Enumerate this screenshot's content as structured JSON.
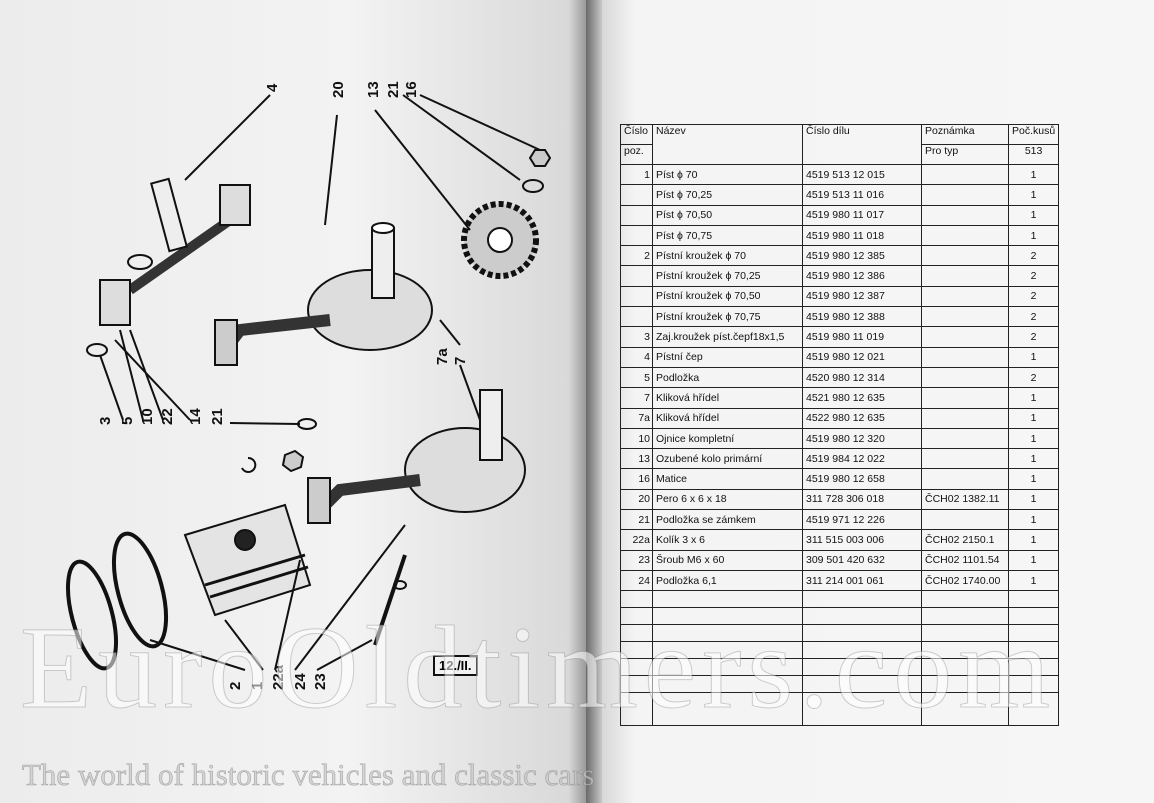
{
  "figure": {
    "ref": "12./II.",
    "callouts_top": [
      "4",
      "20",
      "13",
      "21",
      "16"
    ],
    "callouts_left": [
      "3",
      "5",
      "10",
      "22",
      "14",
      "21"
    ],
    "callouts_mid": [
      "7a",
      "7"
    ],
    "callouts_bottom": [
      "2",
      "1",
      "22a",
      "24",
      "23"
    ]
  },
  "table": {
    "headers": {
      "poz_1": "Číslo",
      "poz_2": "poz.",
      "name": "Název",
      "part": "Číslo dílu",
      "note": "Poznámka",
      "note_sub": "Pro typ",
      "qty": "Poč.kusů",
      "qty_sub": "513"
    },
    "rows": [
      {
        "poz": "1",
        "name": "Píst ϕ 70",
        "part": "4519 513 12 015",
        "note": "",
        "qty": "1"
      },
      {
        "poz": "",
        "name": "Píst ϕ 70,25",
        "part": "4519 513 11 016",
        "note": "",
        "qty": "1"
      },
      {
        "poz": "",
        "name": "Píst ϕ 70,50",
        "part": "4519 980 11 017",
        "note": "",
        "qty": "1"
      },
      {
        "poz": "",
        "name": "Píst ϕ 70,75",
        "part": "4519 980 11 018",
        "note": "",
        "qty": "1"
      },
      {
        "poz": "2",
        "name": "Pístní kroužek ϕ 70",
        "part": "4519 980 12 385",
        "note": "",
        "qty": "2"
      },
      {
        "poz": "",
        "name": "Pístní kroužek ϕ 70,25",
        "part": "4519 980 12 386",
        "note": "",
        "qty": "2"
      },
      {
        "poz": "",
        "name": "Pístní kroužek ϕ 70,50",
        "part": "4519 980 12 387",
        "note": "",
        "qty": "2"
      },
      {
        "poz": "",
        "name": "Pístní kroužek ϕ 70,75",
        "part": "4519 980 12 388",
        "note": "",
        "qty": "2"
      },
      {
        "poz": "3",
        "name": "Zaj.kroužek píst.čepf18x1,5",
        "part": "4519 980 11 019",
        "note": "",
        "qty": "2"
      },
      {
        "poz": "4",
        "name": "Pístní čep",
        "part": "4519 980 12 021",
        "note": "",
        "qty": "1"
      },
      {
        "poz": "5",
        "name": "Podložka",
        "part": "4520 980 12 314",
        "note": "",
        "qty": "2"
      },
      {
        "poz": "7",
        "name": "Kliková hřídel",
        "part": "4521 980 12 635",
        "note": "",
        "qty": "1"
      },
      {
        "poz": "7a",
        "name": "Kliková hřídel",
        "part": "4522 980 12 635",
        "note": "",
        "qty": "1"
      },
      {
        "poz": "10",
        "name": "Ojnice kompletní",
        "part": "4519 980 12 320",
        "note": "",
        "qty": "1"
      },
      {
        "poz": "13",
        "name": "Ozubené kolo primární",
        "part": "4519 984 12 022",
        "note": "",
        "qty": "1"
      },
      {
        "poz": "16",
        "name": "Matice",
        "part": "4519 980 12 658",
        "note": "",
        "qty": "1"
      },
      {
        "poz": "20",
        "name": "Pero 6 x 6 x 18",
        "part": "311 728 306 018",
        "note": "ČCH02 1382.11",
        "qty": "1"
      },
      {
        "poz": "21",
        "name": "Podložka se zámkem",
        "part": "4519 971 12 226",
        "note": "",
        "qty": "1"
      },
      {
        "poz": "22a",
        "name": "Kolík 3 x 6",
        "part": "311 515 003 006",
        "note": "ČCH02 2150.1",
        "qty": "1"
      },
      {
        "poz": "23",
        "name": "Šroub M6 x 60",
        "part": "309 501 420 632",
        "note": "ČCH02 1101.54",
        "qty": "1"
      },
      {
        "poz": "24",
        "name": "Podložka 6,1",
        "part": "311 214 001 061",
        "note": "ČCH02 1740.00",
        "qty": "1"
      }
    ],
    "empty_rows": 7
  },
  "watermark": {
    "logo": "EuroOldtimers.com",
    "tagline": "The world of historic vehicles and classic cars"
  }
}
